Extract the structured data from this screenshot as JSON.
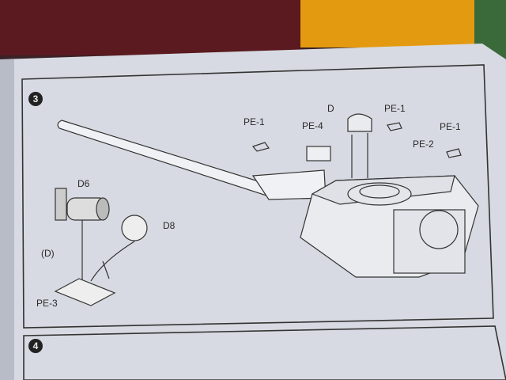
{
  "step3": {
    "number": "3",
    "labels": {
      "d_top": "D",
      "pe1_a": "PE-1",
      "pe4": "PE-4",
      "pe1_b": "PE-1",
      "pe2": "PE-2",
      "pe1_c": "PE-1",
      "d6": "D6",
      "d8": "D8",
      "d_sub": "(D)",
      "pe3": "PE-3"
    }
  },
  "step4": {
    "number": "4"
  },
  "colors": {
    "paper": "#dcdfe6",
    "background_top": "#4a1418",
    "orange_sheet": "#e49a10"
  }
}
